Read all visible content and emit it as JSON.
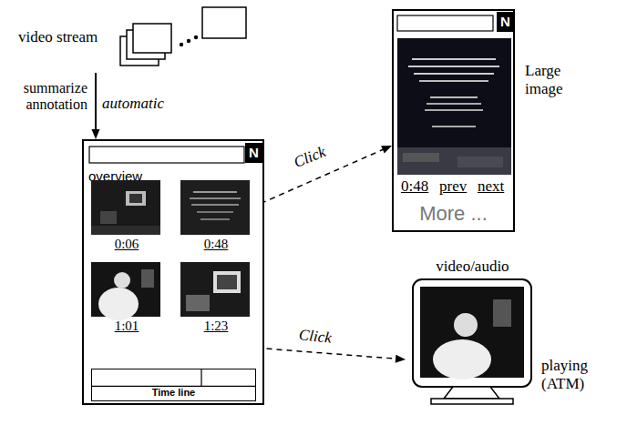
{
  "diagram": {
    "nodes": [
      {
        "text": [
          "video stream"
        ]
      },
      {
        "text": [
          "overview"
        ]
      },
      {
        "text": [
          "0:06"
        ],
        "in": 1
      },
      {
        "text": [
          "0:48"
        ],
        "in": 1
      },
      {
        "text": [
          "1:01"
        ],
        "in": 1
      },
      {
        "text": [
          "1:23"
        ],
        "in": 1
      },
      {
        "text": [
          "Time line"
        ],
        "in": 1
      },
      {
        "text": [
          "0:48",
          "prev",
          "next",
          "More ..."
        ]
      },
      {
        "text": [
          "video/audio"
        ]
      }
    ],
    "edges": [
      {
        "from": 0,
        "to": 1,
        "arrow": "to",
        "label": "summarize annotation"
      },
      {
        "from": 3,
        "to": 7,
        "arrow": "to",
        "label": "Click"
      },
      {
        "from": 4,
        "to": 8,
        "arrow": "to",
        "label": "Click"
      }
    ],
    "labels": [
      "automatic",
      "N",
      "N",
      "Large image",
      "playing (ATM)"
    ]
  }
}
